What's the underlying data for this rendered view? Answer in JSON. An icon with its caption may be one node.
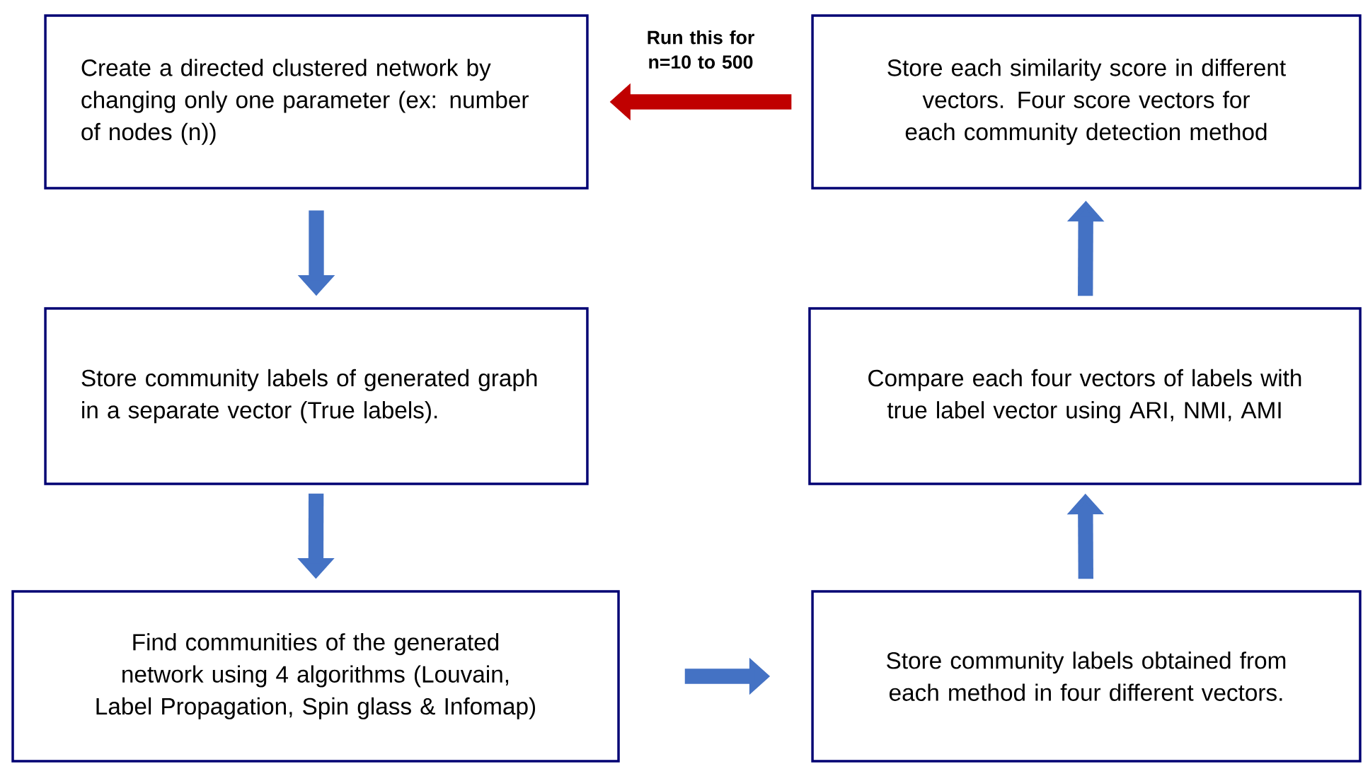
{
  "diagram": {
    "nodes": [
      {
        "text": [
          "Create a directed clustered network by changing only one parameter (ex: number of nodes (n))"
        ]
      },
      {
        "text": [
          "Store each similarity score in different vectors. Four score vectors for each community detection method"
        ]
      },
      {
        "text": [
          "Store community labels of generated graph in a separate vector (True labels)."
        ]
      },
      {
        "text": [
          "Compare each four vectors of labels with true label vector using ARI, NMI, AMI"
        ]
      },
      {
        "text": [
          "Find communities of the generated network using 4 algorithms (Louvain, Label Propagation, Spin glass & Infomap)"
        ]
      },
      {
        "text": [
          "Store community labels obtained from each method in four different vectors."
        ]
      }
    ],
    "edges": [
      {
        "from": 0,
        "to": 2,
        "arrow": "to"
      },
      {
        "from": 2,
        "to": 4,
        "arrow": "to"
      },
      {
        "from": 4,
        "to": 5,
        "arrow": "to"
      },
      {
        "from": 5,
        "to": 3,
        "arrow": "to"
      },
      {
        "from": 3,
        "to": 1,
        "arrow": "to"
      },
      {
        "from": 1,
        "to": 0,
        "arrow": "to",
        "label": "Run this for n=10 to 500",
        "color": "#c00000"
      }
    ]
  }
}
